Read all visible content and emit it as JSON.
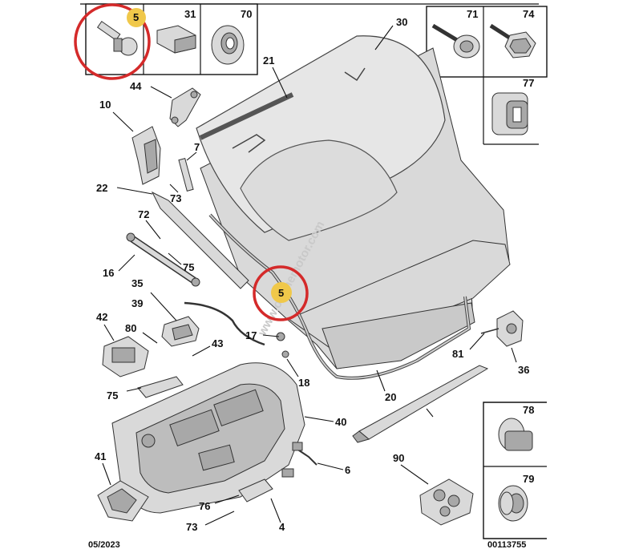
{
  "diagram": {
    "date_code": "05/2023",
    "figure_number": "00113755",
    "watermark": "www.onlinemotor.com",
    "callouts": [
      {
        "key": "c5a",
        "text": "5"
      },
      {
        "key": "c31",
        "text": "31"
      },
      {
        "key": "c70",
        "text": "70"
      },
      {
        "key": "c71",
        "text": "71"
      },
      {
        "key": "c74",
        "text": "74"
      },
      {
        "key": "c77",
        "text": "77"
      },
      {
        "key": "c30",
        "text": "30"
      },
      {
        "key": "c21",
        "text": "21"
      },
      {
        "key": "c44",
        "text": "44"
      },
      {
        "key": "c10",
        "text": "10"
      },
      {
        "key": "c7",
        "text": "7"
      },
      {
        "key": "c22",
        "text": "22"
      },
      {
        "key": "c73a",
        "text": "73"
      },
      {
        "key": "c72",
        "text": "72"
      },
      {
        "key": "c75a",
        "text": "75"
      },
      {
        "key": "c16",
        "text": "16"
      },
      {
        "key": "c35",
        "text": "35"
      },
      {
        "key": "c39",
        "text": "39"
      },
      {
        "key": "c5b",
        "text": "5"
      },
      {
        "key": "c42",
        "text": "42"
      },
      {
        "key": "c80",
        "text": "80"
      },
      {
        "key": "c17",
        "text": "17"
      },
      {
        "key": "c43",
        "text": "43"
      },
      {
        "key": "c18",
        "text": "18"
      },
      {
        "key": "c81",
        "text": "81"
      },
      {
        "key": "c36",
        "text": "36"
      },
      {
        "key": "c75b",
        "text": "75"
      },
      {
        "key": "c20",
        "text": "20"
      },
      {
        "key": "c40",
        "text": "40"
      },
      {
        "key": "c78",
        "text": "78"
      },
      {
        "key": "c41",
        "text": "41"
      },
      {
        "key": "c90",
        "text": "90"
      },
      {
        "key": "c6",
        "text": "6"
      },
      {
        "key": "c79",
        "text": "79"
      },
      {
        "key": "c76",
        "text": "76"
      },
      {
        "key": "c4",
        "text": "4"
      },
      {
        "key": "c73b",
        "text": "73"
      }
    ],
    "highlight_color": "#d42a2a",
    "badge_color": "#f0c84a"
  }
}
